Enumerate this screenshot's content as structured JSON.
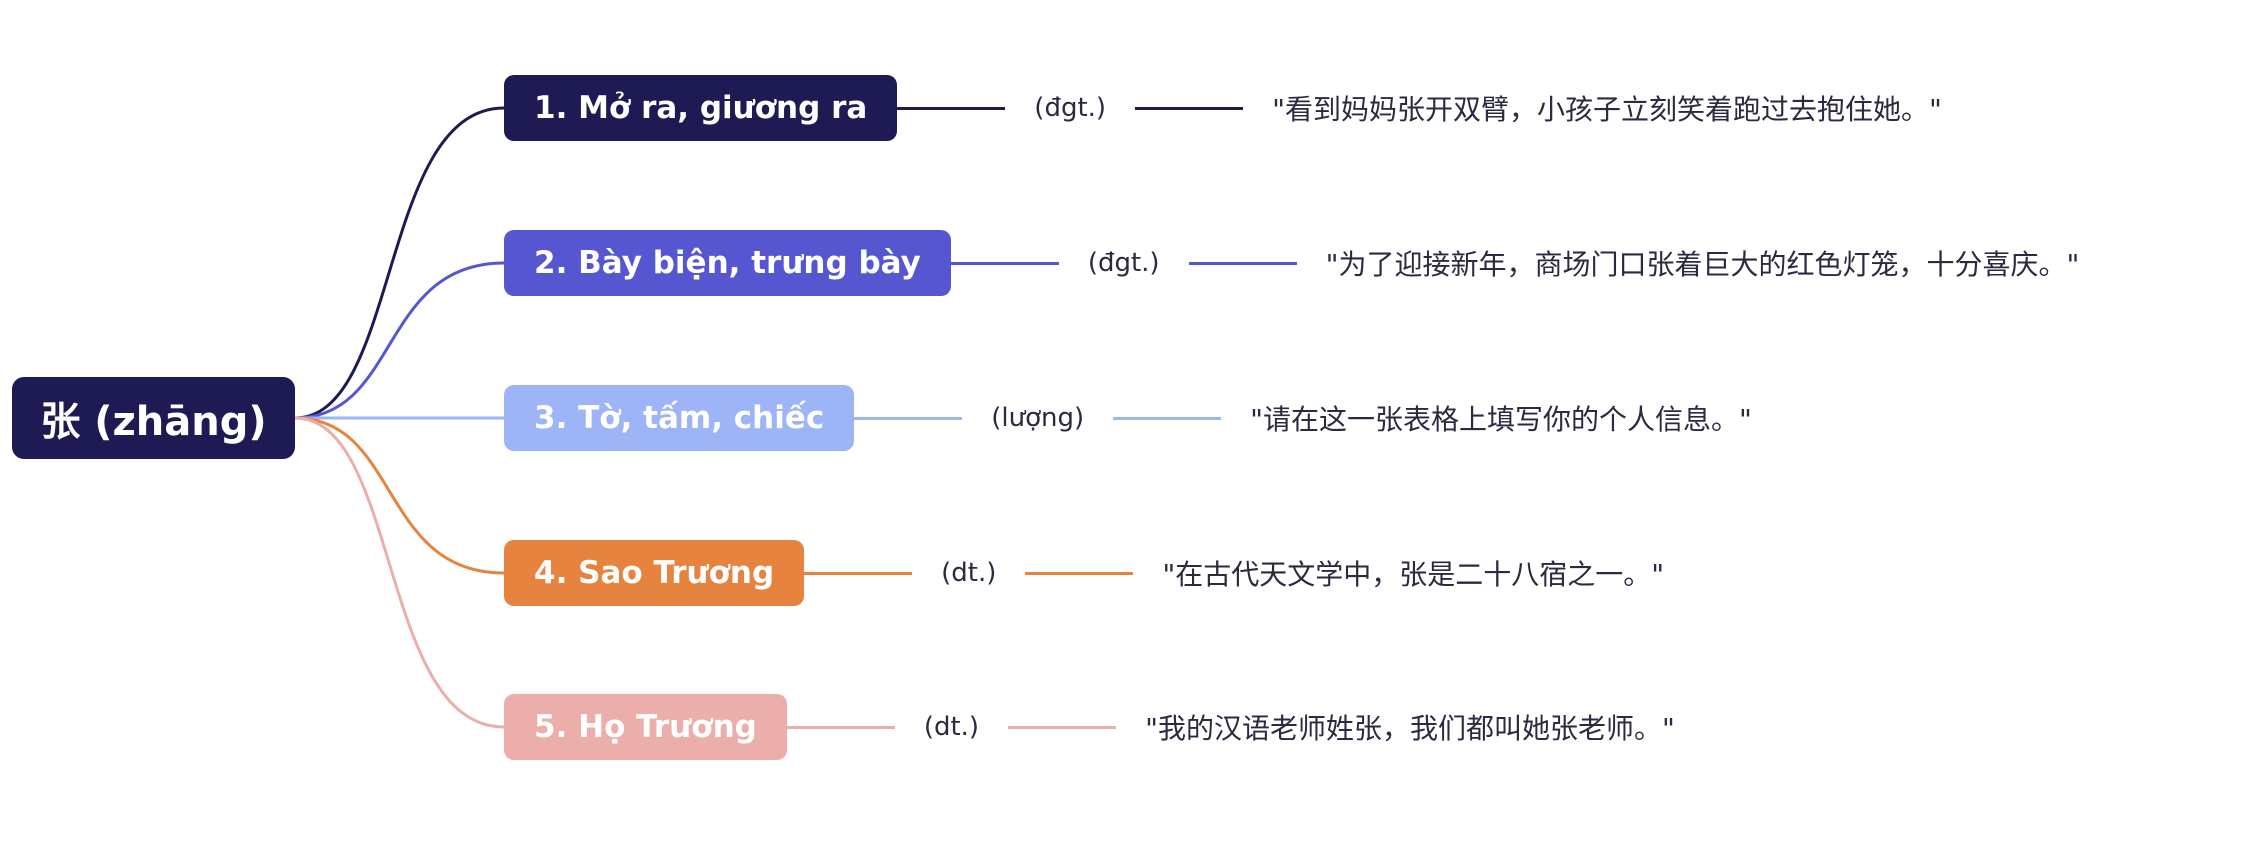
{
  "root": {
    "label": "张 (zhāng)",
    "color": "#1e1b54"
  },
  "branches": [
    {
      "label": "1. Mở ra, giương ra",
      "pos": "(đgt.)",
      "example": "\"看到妈妈张开双臂，小孩子立刻笑着跑过去抱住她。\"",
      "color": "#1e1b54"
    },
    {
      "label": "2. Bày biện, trưng bày",
      "pos": "(đgt.)",
      "example": "\"为了迎接新年，商场门口张着巨大的红色灯笼，十分喜庆。\"",
      "color": "#5656d0"
    },
    {
      "label": "3. Tờ, tấm, chiếc",
      "pos": "(lượng)",
      "example": "\"请在这一张表格上填写你的个人信息。\"",
      "color": "#9db4f7"
    },
    {
      "label": "4. Sao Trương",
      "pos": "(dt.)",
      "example": "\"在古代天文学中，张是二十八宿之一。\"",
      "color": "#e6833f"
    },
    {
      "label": "5. Họ Trương",
      "pos": "(dt.)",
      "example": "\"我的汉语老师姓张，我们都叫她张老师。\"",
      "color": "#ecaeaa"
    }
  ]
}
